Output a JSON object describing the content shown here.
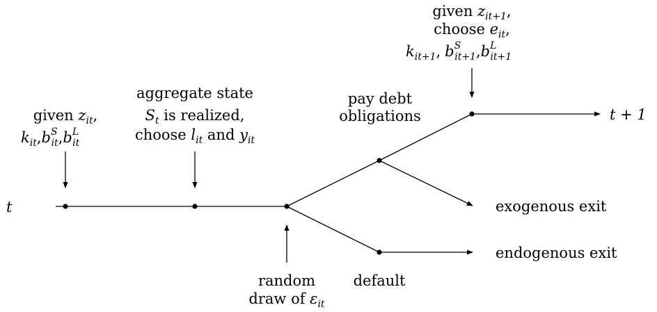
{
  "labels": {
    "t_left": "t",
    "t_next": "t + 1",
    "given_z_it": {
      "line1_text": "given ",
      "line1_math": "z",
      "line1_sub": "it",
      "line1_end": ",",
      "line2_k": "k",
      "line2_k_sub": "it",
      "line2_b": "b",
      "line2_bS_sup": "S",
      "line2_bS_sub": "it",
      "line2_bL_sup": "L",
      "line2_bL_sub": "it",
      "comma": ","
    },
    "aggregate": {
      "line1": "aggregate state",
      "line2_S": "S",
      "line2_S_sub": "t",
      "line2_rest": " is realized,",
      "line3_text": "choose ",
      "line3_l": "l",
      "line3_l_sub": "it",
      "line3_and": " and ",
      "line3_y": "y",
      "line3_y_sub": "it"
    },
    "pay_debt": {
      "line1": "pay debt",
      "line2": "obligations"
    },
    "given_z_next": {
      "line1_text": "given ",
      "line1_math": "z",
      "line1_sub": "it+1",
      "line1_end": ",",
      "line2_text": "choose ",
      "line2_e": "e",
      "line2_e_sub": "it",
      "line2_end": ",",
      "line3_k": "k",
      "line3_k_sub": "it+1",
      "line3_b": "b",
      "line3_bS_sup": "S",
      "line3_bS_sub": "it+1",
      "line3_bL_sup": "L",
      "line3_bL_sub": "it+1",
      "comma": ","
    },
    "random": {
      "line1": "random",
      "line2_text": "draw of ",
      "line2_eps": "ε",
      "line2_eps_sub": "it"
    },
    "default": "default",
    "exogenous_exit": "exogenous exit",
    "endogenous_exit": "endogenous exit"
  }
}
